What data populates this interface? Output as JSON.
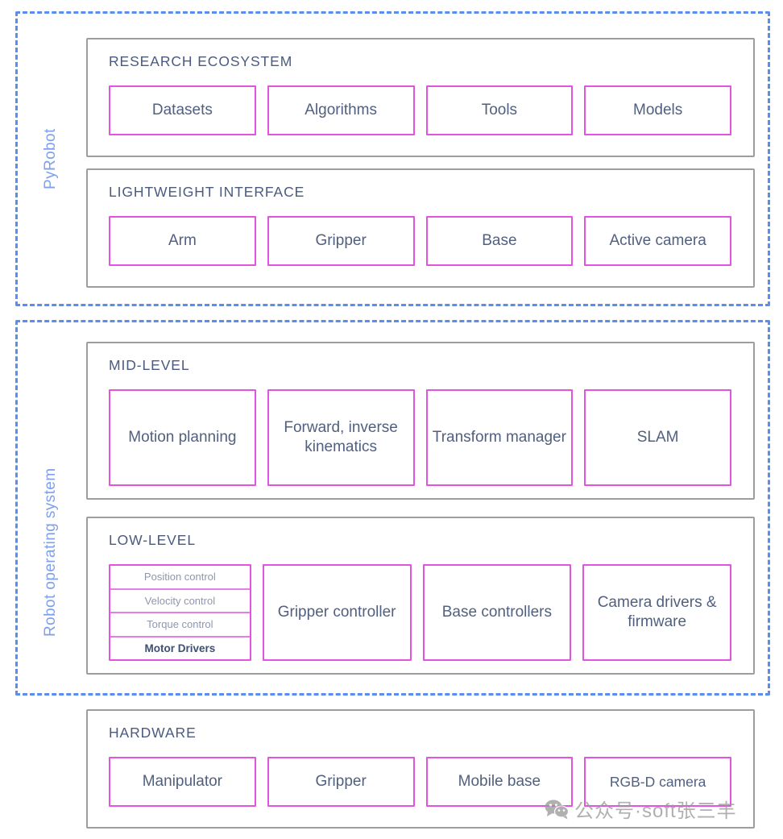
{
  "diagram": {
    "title": "PyRobot software architecture stack",
    "colors": {
      "group_frame": "#5b8dee",
      "group_label": "#7fa0ef",
      "panel_border": "#9d9d9d",
      "item_border": "#e254e0",
      "heading_text": "#4a5a80",
      "item_text": "#51607f",
      "muted_text": "#8e97ae",
      "watermark": "#9a9a9a"
    },
    "groups": [
      {
        "id": "pyrobot",
        "label": "PyRobot"
      },
      {
        "id": "ros",
        "label": "Robot operating system"
      }
    ],
    "layers": [
      {
        "id": "research-ecosystem",
        "title": "RESEARCH ECOSYSTEM",
        "items": [
          {
            "label": "Datasets"
          },
          {
            "label": "Algorithms"
          },
          {
            "label": "Tools"
          },
          {
            "label": "Models"
          }
        ]
      },
      {
        "id": "lightweight-interface",
        "title": "LIGHTWEIGHT INTERFACE",
        "items": [
          {
            "label": "Arm"
          },
          {
            "label": "Gripper"
          },
          {
            "label": "Base"
          },
          {
            "label": "Active camera"
          }
        ]
      },
      {
        "id": "mid-level",
        "title": "MID-LEVEL",
        "items": [
          {
            "label": "Motion planning"
          },
          {
            "label": "Forward, inverse kinematics"
          },
          {
            "label": "Transform manager"
          },
          {
            "label": "SLAM"
          }
        ]
      },
      {
        "id": "low-level",
        "title": "LOW-LEVEL",
        "stack": [
          {
            "label": "Position control"
          },
          {
            "label": "Velocity control"
          },
          {
            "label": "Torque control"
          },
          {
            "label": "Motor Drivers"
          }
        ],
        "items": [
          {
            "label": "Gripper controller"
          },
          {
            "label": "Base controllers"
          },
          {
            "label": "Camera drivers & firmware"
          }
        ]
      },
      {
        "id": "hardware",
        "title": "HARDWARE",
        "items": [
          {
            "label": "Manipulator"
          },
          {
            "label": "Gripper"
          },
          {
            "label": "Mobile base"
          },
          {
            "label": "RGB-D camera"
          }
        ]
      }
    ],
    "watermark": {
      "icon": "wechat-bubbles-icon",
      "text": "公众号·soft张三丰"
    }
  },
  "chart_data": {
    "type": "diagram",
    "title": "PyRobot software architecture stack",
    "layout": "vertical layered stack, 4 columns per layer",
    "groups": [
      {
        "name": "PyRobot",
        "layers": [
          "RESEARCH ECOSYSTEM",
          "LIGHTWEIGHT INTERFACE"
        ]
      },
      {
        "name": "Robot operating system",
        "layers": [
          "MID-LEVEL",
          "LOW-LEVEL"
        ]
      },
      {
        "name": "",
        "layers": [
          "HARDWARE"
        ]
      }
    ],
    "nodes": {
      "RESEARCH ECOSYSTEM": [
        "Datasets",
        "Algorithms",
        "Tools",
        "Models"
      ],
      "LIGHTWEIGHT INTERFACE": [
        "Arm",
        "Gripper",
        "Base",
        "Active camera"
      ],
      "MID-LEVEL": [
        "Motion planning",
        "Forward, inverse kinematics",
        "Transform manager",
        "SLAM"
      ],
      "LOW-LEVEL": [
        "Position control / Velocity control / Torque control / Motor Drivers",
        "Gripper controller",
        "Base controllers",
        "Camera drivers & firmware"
      ],
      "HARDWARE": [
        "Manipulator",
        "Gripper",
        "Mobile base",
        "RGB-D camera"
      ]
    }
  }
}
